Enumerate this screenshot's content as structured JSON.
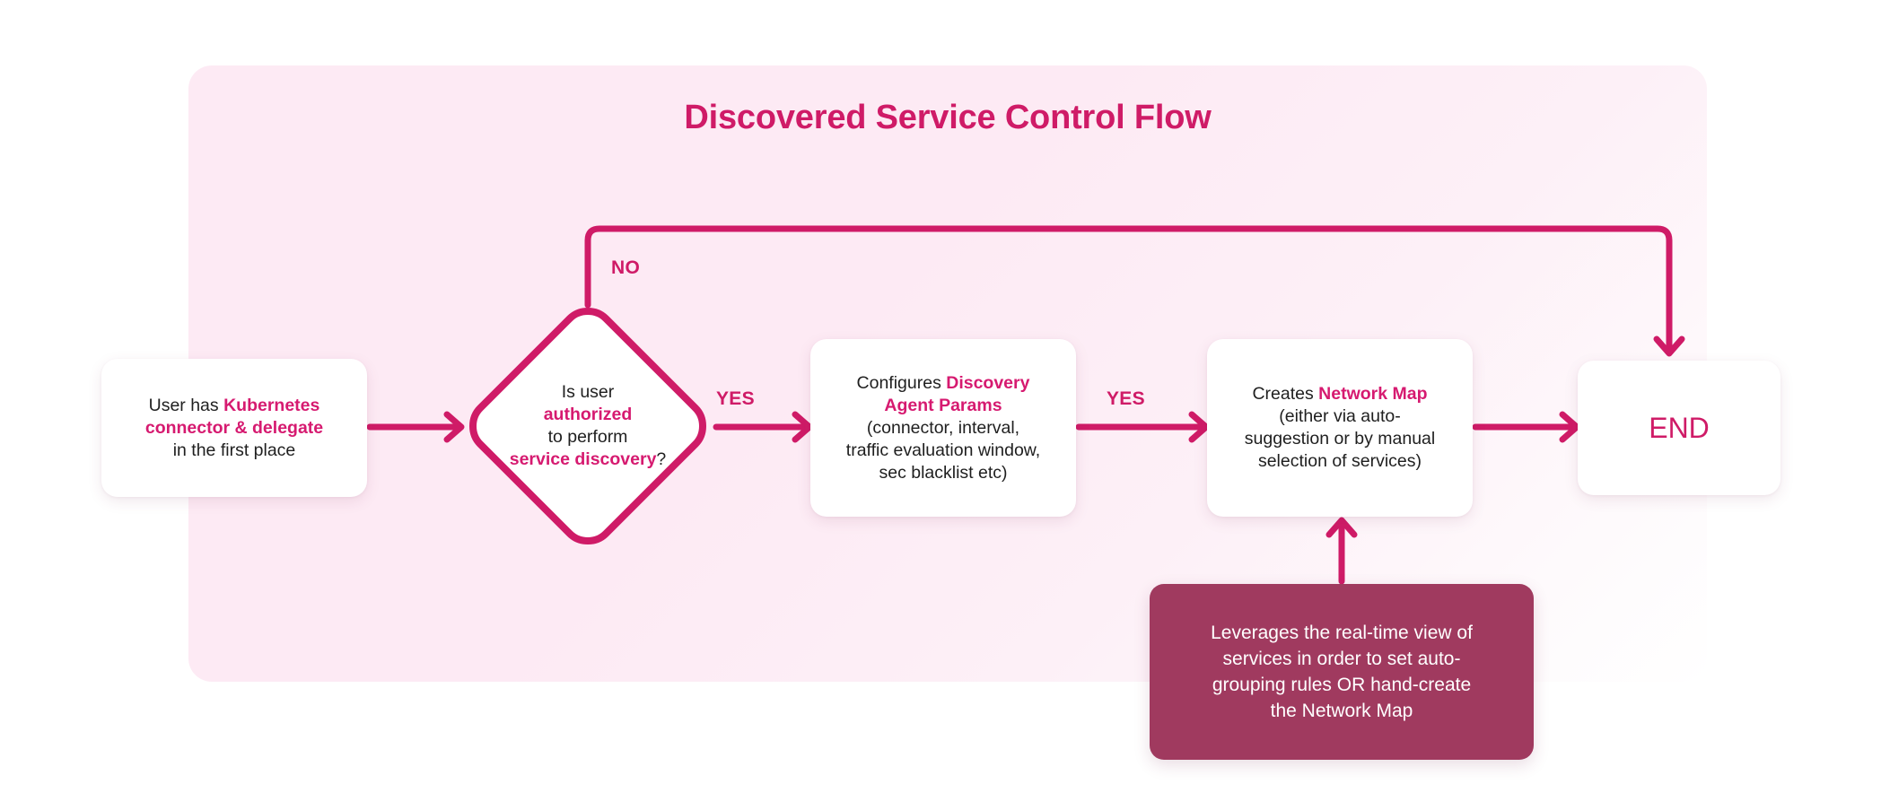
{
  "diagram": {
    "title": "Discovered Service Control Flow",
    "accent_color": "#cf1b67",
    "highlight_color": "#d61a70",
    "note_bg_color": "#a03a5f",
    "panel_bg_color": "#fdeaf4",
    "nodes": {
      "start": {
        "type": "process",
        "line1_plain": "User has ",
        "line1_highlight": "Kubernetes",
        "line2_highlight": "connector & delegate",
        "line3_plain": "in the first place"
      },
      "decision": {
        "type": "decision",
        "line1_plain": "Is user",
        "line2_highlight": "authorized",
        "line3_plain": "to perform",
        "line4_highlight": "service discovery",
        "line4_suffix": "?"
      },
      "params": {
        "type": "process",
        "line1_plain": "Configures ",
        "line1_highlight": "Discovery",
        "line2_highlight": "Agent Params",
        "line3_plain": "(connector, interval,",
        "line4_plain": "traffic evaluation window,",
        "line5_plain": "sec blacklist etc)"
      },
      "map": {
        "type": "process",
        "line1_plain": "Creates ",
        "line1_highlight": "Network Map",
        "line2_plain": "(either via auto-",
        "line3_plain": "suggestion or by manual",
        "line4_plain": "selection of services)"
      },
      "end": {
        "type": "terminator",
        "label": "END"
      },
      "note": {
        "type": "annotation",
        "line1": "Leverages the real-time view of",
        "line2": "services in order to set auto-",
        "line3": "grouping rules OR hand-create",
        "line4": "the Network Map"
      }
    },
    "edge_labels": {
      "no": "NO",
      "yes_to_params": "YES",
      "yes_to_map": "YES"
    }
  }
}
